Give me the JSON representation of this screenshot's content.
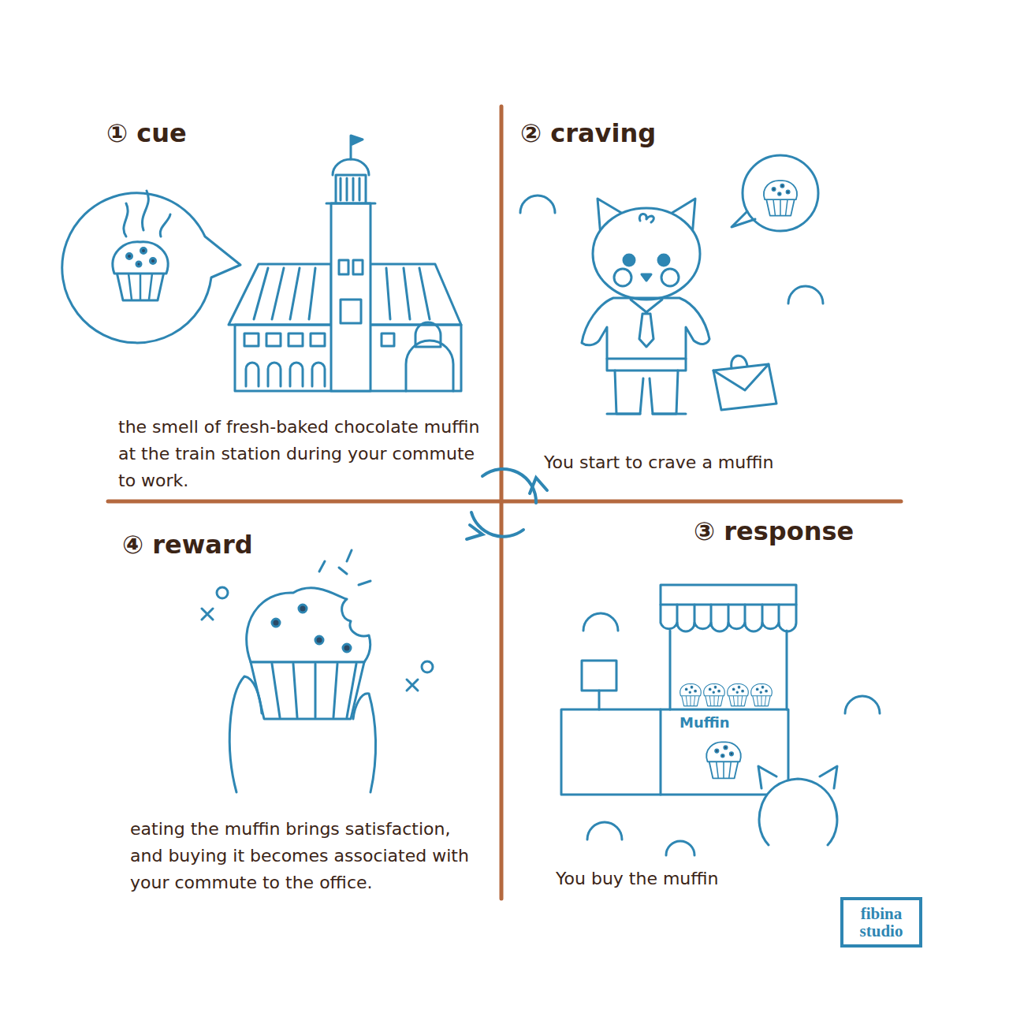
{
  "diagram": {
    "nodes": [
      {
        "text": [
          "① cue",
          "the smell of fresh-baked chocolate muffin at the train station during your commute to work."
        ]
      },
      {
        "text": [
          "② craving",
          "You start to crave a muffin"
        ]
      },
      {
        "text": [
          "③ response",
          "You buy the muffin"
        ]
      },
      {
        "text": [
          "④ reward",
          "eating the muffin brings satisfaction, and buying it becomes associated with your commute to the office."
        ]
      }
    ],
    "labels": [
      "Muffin",
      "fibina studio"
    ]
  }
}
